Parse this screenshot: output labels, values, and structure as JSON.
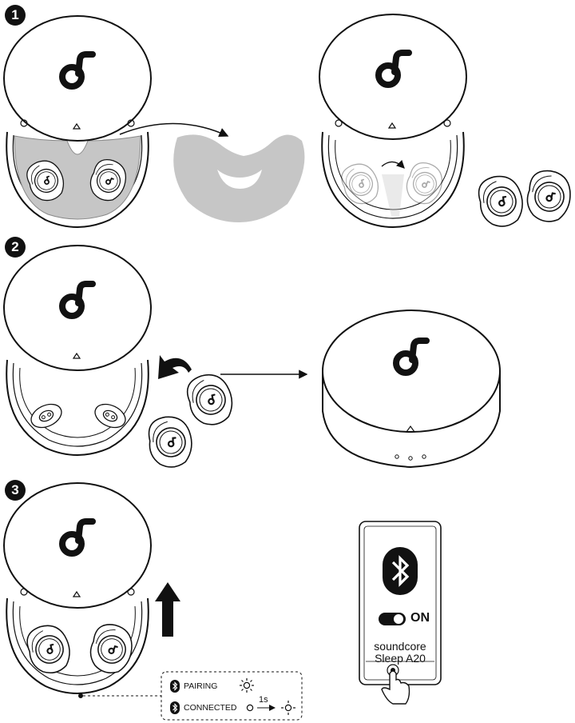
{
  "steps": [
    {
      "number": "1"
    },
    {
      "number": "2"
    },
    {
      "number": "3"
    }
  ],
  "phone": {
    "bluetooth_icon": "bluetooth-icon",
    "toggle_label": "ON",
    "device_brand": "soundcore",
    "device_model": "Sleep A20"
  },
  "led_legend": {
    "pairing_label": "PAIRING",
    "connected_label": "CONNECTED",
    "timing_label": "1s"
  },
  "colors": {
    "ink": "#111111",
    "cover_gray": "#c6c6c6"
  }
}
